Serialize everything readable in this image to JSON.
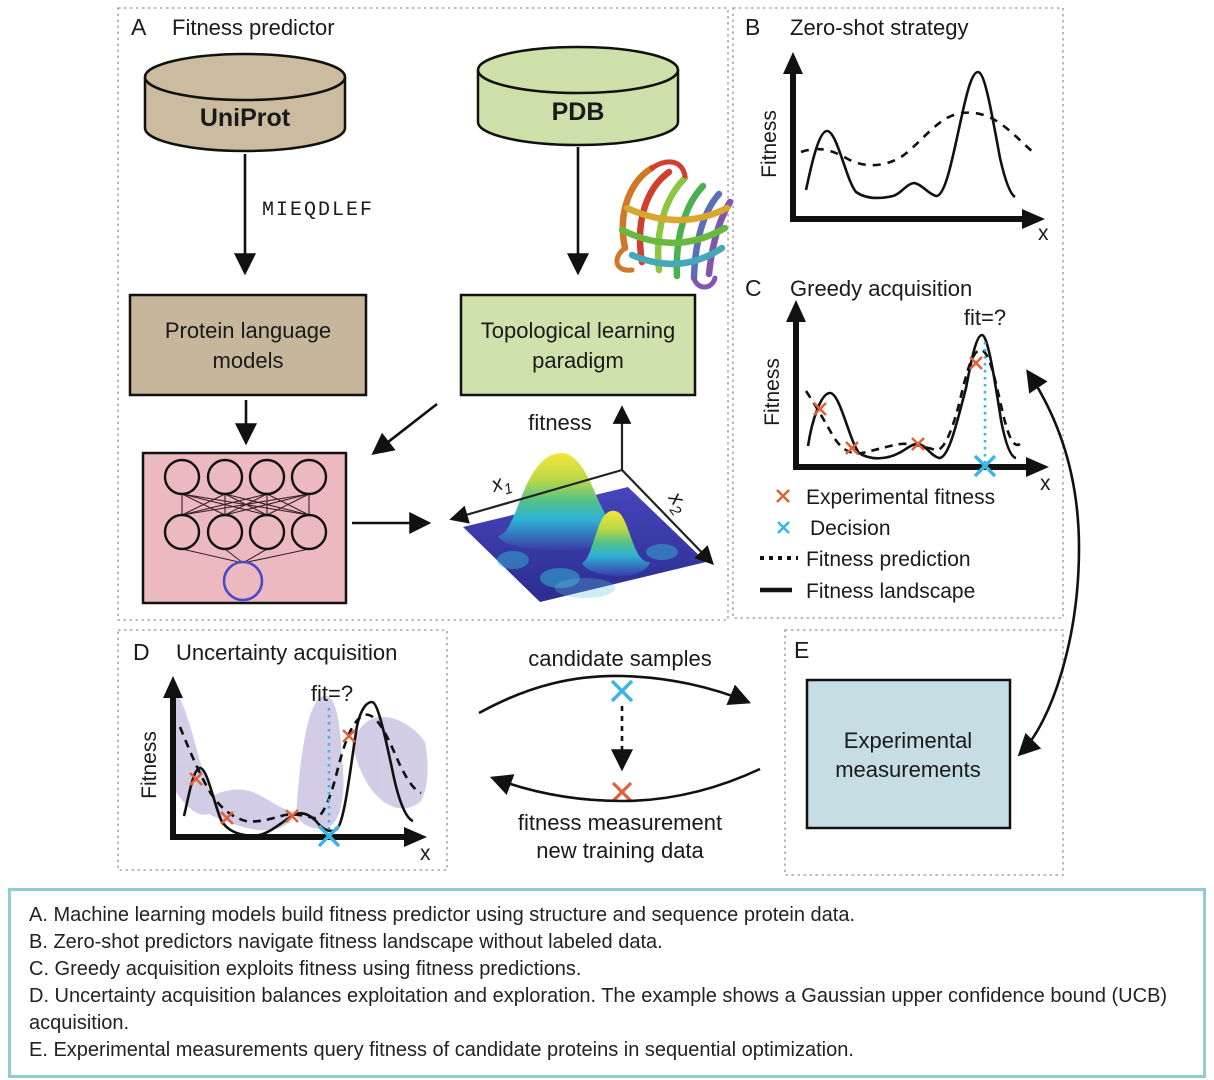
{
  "figure": {
    "panel_a": {
      "label": "A",
      "title": "Fitness predictor",
      "uniprot_db": "UniProt",
      "sequence": "MIEQDLEF",
      "pdb_db": "PDB",
      "plm_line1": "Protein language",
      "plm_line2": "models",
      "tlp_line1": "Topological learning",
      "tlp_line2": "paradigm",
      "surface_z_label": "fitness",
      "surface_x1_label": "x",
      "surface_x1_sub": "1",
      "surface_x2_label": "x",
      "surface_x2_sub": "2"
    },
    "panel_b": {
      "label": "B",
      "title": "Zero-shot strategy",
      "y_label": "Fitness",
      "x_label": "x"
    },
    "panel_c": {
      "label": "C",
      "title": "Greedy acquisition",
      "fit_label": "fit=?",
      "y_label": "Fitness",
      "x_label": "x",
      "legend": [
        {
          "marker": "orange-x",
          "text": "Experimental fitness"
        },
        {
          "marker": "blue-x",
          "text": "Decision"
        },
        {
          "marker": "dotted-line",
          "text": "Fitness prediction"
        },
        {
          "marker": "solid-line",
          "text": "Fitness landscape"
        }
      ]
    },
    "panel_d": {
      "label": "D",
      "title": "Uncertainty acquisition",
      "fit_label": "fit=?",
      "y_label": "Fitness",
      "x_label": "x"
    },
    "panel_e": {
      "label": "E",
      "box_line1": "Experimental",
      "box_line2": "measurements"
    },
    "cycle": {
      "top_label": "candidate samples",
      "bottom_label1": "fitness measurement",
      "bottom_label2": "new training data"
    }
  },
  "caption": {
    "lines": [
      "A. Machine learning models build fitness predictor using structure and sequence protein data.",
      "B. Zero-shot predictors navigate fitness landscape without labeled data.",
      "C. Greedy acquisition exploits fitness using fitness predictions.",
      "D. Uncertainty acquisition balances exploitation and exploration. The example shows a Gaussian upper confidence bound (UCB) acquisition.",
      "E. Experimental measurements query fitness of candidate proteins in sequential optimization."
    ]
  },
  "colors": {
    "tan_fill": "#cbbc9f",
    "green_fill": "#cde0a9",
    "pink_fill": "#edb9c0",
    "blue_box_fill": "#c6dde3",
    "purple_band": "#a89bce",
    "orange_marker": "#e0603a",
    "blue_marker": "#3ab5e8",
    "caption_border": "#8fccd3",
    "dashed_border": "#aaaaaa"
  }
}
